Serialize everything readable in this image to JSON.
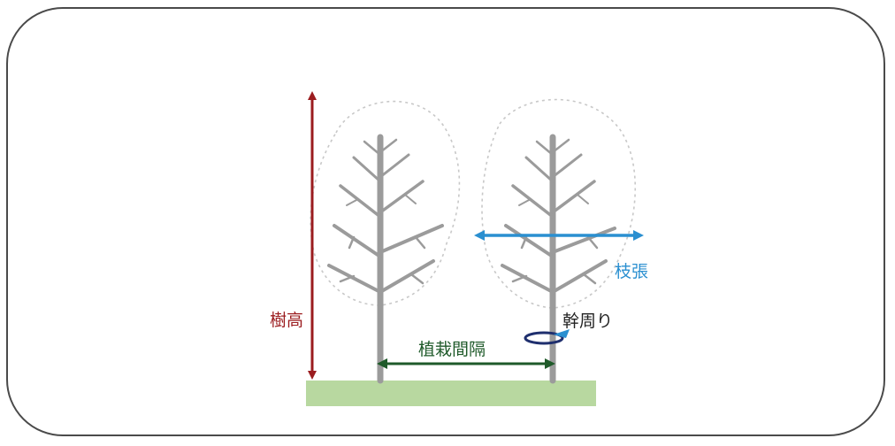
{
  "labels": {
    "tree_height": "樹高",
    "branch_spread": "枝張",
    "trunk_circumference": "幹周り",
    "planting_interval": "植栽間隔"
  },
  "colors": {
    "tree_height": "#9b1c1f",
    "branch_spread": "#2a8fd0",
    "trunk_circumference": "#1f2f6e",
    "planting_interval": "#1f5a2a",
    "trunk": "#9b9b9b",
    "ground": "#b8d8a0",
    "crown_outline": "#c8c8c8"
  }
}
